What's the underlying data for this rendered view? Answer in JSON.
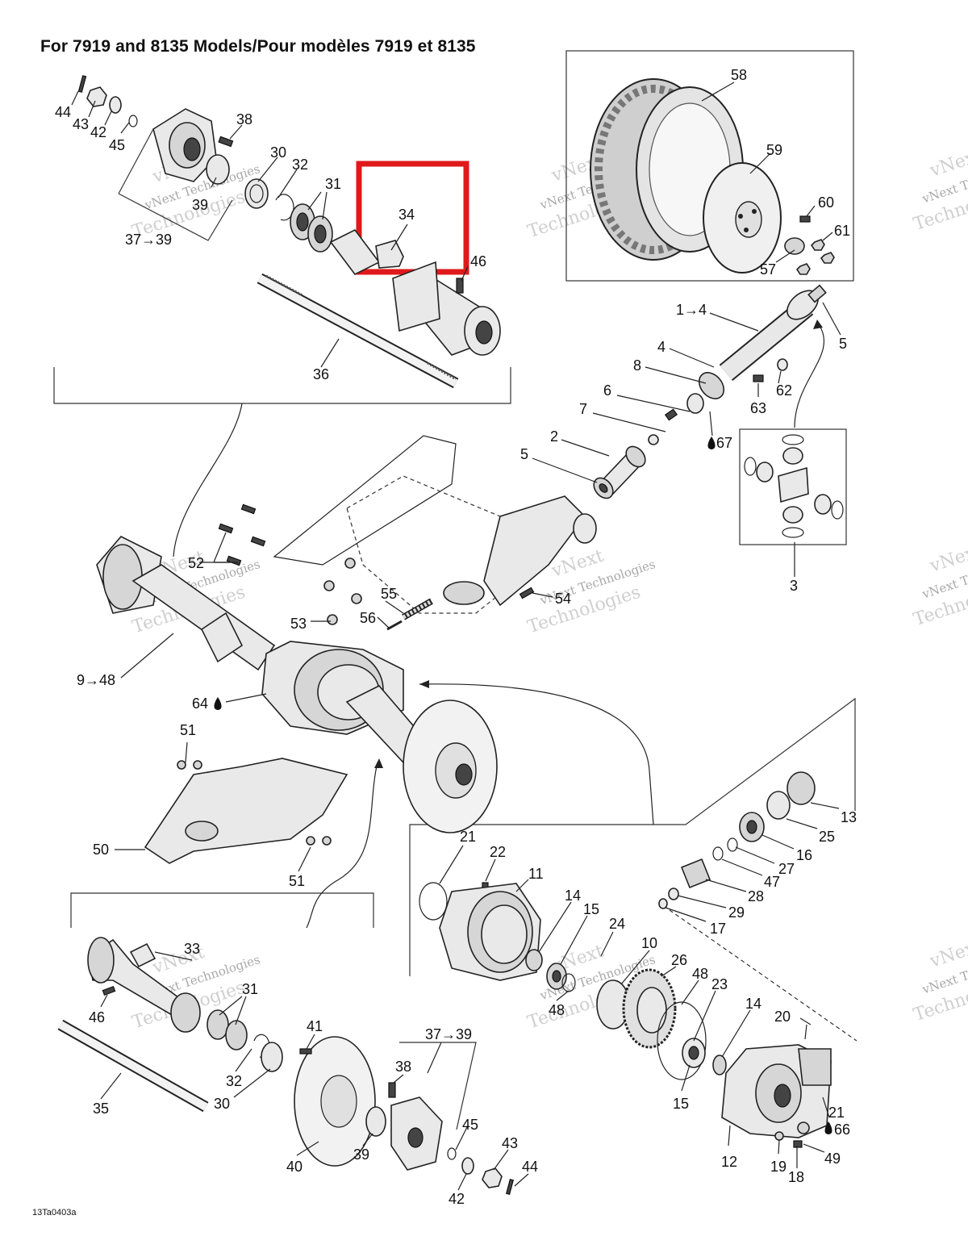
{
  "title": "For 7919 and 8135 Models/Pour modèles 7919 et 8135",
  "figure_code": "13Ta0403a",
  "watermark": [
    "vNext",
    "Technologies",
    "vNext Technologies"
  ],
  "highlight": {
    "color": "#e0191b",
    "label": "34"
  },
  "labels": {
    "l44a": "44",
    "l43a": "43",
    "l42a": "42",
    "l45a": "45",
    "l38a": "38",
    "l30a": "30",
    "l32a": "32",
    "l31a": "31",
    "l39a": "39",
    "l3739a": "37→39",
    "l34": "34",
    "l46a": "46",
    "l36": "36",
    "l58": "58",
    "l59": "59",
    "l60": "60",
    "l61": "61",
    "l57": "57",
    "l14r": "1→4",
    "l5a": "5",
    "l4": "4",
    "l8": "8",
    "l62": "62",
    "l63": "63",
    "l6": "6",
    "l7": "7",
    "l67": "67",
    "l2": "2",
    "l5b": "5",
    "l3": "3",
    "l52": "52",
    "l55": "55",
    "l54": "54",
    "l56": "56",
    "l53": "53",
    "l948": "9→48",
    "l64": "64",
    "l51a": "51",
    "l50": "50",
    "l51b": "51",
    "l13": "13",
    "l25": "25",
    "l16": "16",
    "l27": "27",
    "l47": "47",
    "l28": "28",
    "l29": "29",
    "l17": "17",
    "l21a": "21",
    "l22": "22",
    "l11": "11",
    "l14a": "14",
    "l15a": "15",
    "l24": "24",
    "l10": "10",
    "l26": "26",
    "l48a": "48",
    "l48b": "48",
    "l23": "23",
    "l14b": "14",
    "l20": "20",
    "l15b": "15",
    "l21b": "21",
    "l66": "66",
    "l12": "12",
    "l19": "19",
    "l18": "18",
    "l49": "49",
    "l33": "33",
    "l31b": "31",
    "l46b": "46",
    "l32b": "32",
    "l30b": "30",
    "l35": "35",
    "l41": "41",
    "l3739b": "37→39",
    "l38b": "38",
    "l45b": "45",
    "l43b": "43",
    "l44b": "44",
    "l39b": "39",
    "l40": "40",
    "l42b": "42"
  }
}
